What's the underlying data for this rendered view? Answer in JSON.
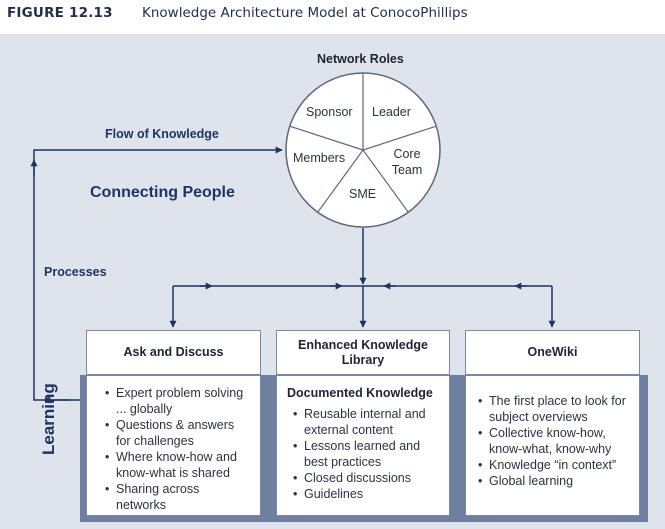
{
  "figure": {
    "number": "FIGURE 12.13",
    "title": "Knowledge Architecture Model at ConocoPhillips"
  },
  "network_roles": {
    "title": "Network Roles",
    "segments": [
      "Sponsor",
      "Leader",
      "Core Team",
      "SME",
      "Members"
    ]
  },
  "labels": {
    "flow_of_knowledge": "Flow of Knowledge",
    "connecting_people": "Connecting People",
    "processes": "Processes",
    "learning": "Learning"
  },
  "columns": [
    {
      "header": "Ask and Discuss",
      "subheading": "",
      "items": [
        "Expert problem solving ... globally",
        "Questions & answers for challenges",
        "Where know-how and know-what is shared",
        "Sharing across networks"
      ]
    },
    {
      "header": "Enhanced Knowledge Library",
      "subheading": "Documented Knowledge",
      "items": [
        "Reusable internal and external content",
        "Lessons learned and best practices",
        "Closed discussions",
        "Guidelines"
      ]
    },
    {
      "header": "OneWiki",
      "subheading": "",
      "items": [
        "The first place to look for subject overviews",
        "Collective know-how, know-what, know-why",
        "Knowledge “in context”",
        "Global learning"
      ]
    }
  ],
  "colors": {
    "navy": "#1e3463",
    "band": "#6f7fa0",
    "background": "#dfe4ec"
  }
}
